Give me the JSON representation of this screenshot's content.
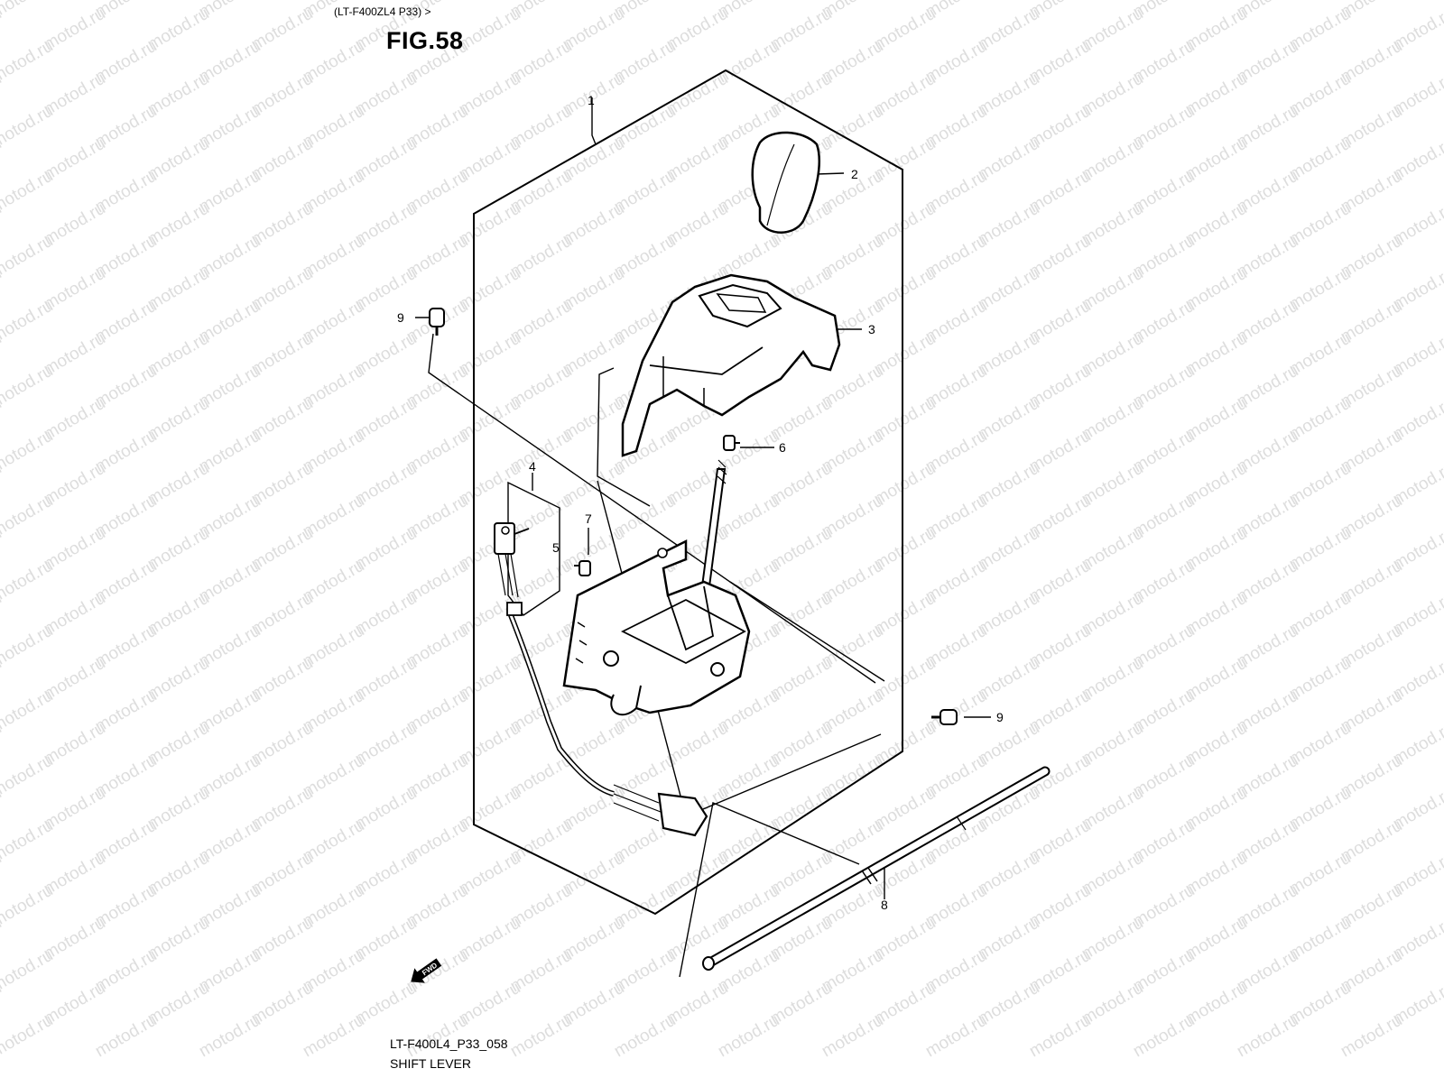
{
  "header": {
    "model_line": "(LT-F400ZL4 P33) >",
    "figure_label": "FIG.58"
  },
  "footer": {
    "diagram_code": "LT-F400L4_P33_058",
    "diagram_title": "SHIFT LEVER"
  },
  "watermark": {
    "text": "motod.ru",
    "color": "#dddddd"
  },
  "fwd_badge": {
    "text": "FWD"
  },
  "callouts": [
    {
      "id": "1",
      "label": "1"
    },
    {
      "id": "2",
      "label": "2"
    },
    {
      "id": "3",
      "label": "3"
    },
    {
      "id": "4",
      "label": "4"
    },
    {
      "id": "5",
      "label": "5"
    },
    {
      "id": "6",
      "label": "6"
    },
    {
      "id": "7",
      "label": "7"
    },
    {
      "id": "8",
      "label": "8"
    },
    {
      "id": "9a",
      "label": "9"
    },
    {
      "id": "9b",
      "label": "9"
    }
  ]
}
